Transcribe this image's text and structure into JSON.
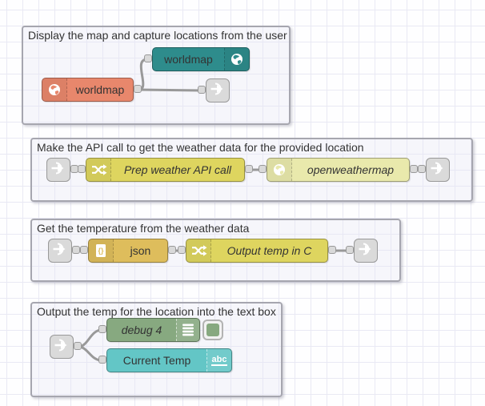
{
  "app": "node-red-flow-editor",
  "canvas": {
    "background": "#fefeff",
    "grid_color": "#e9e9f4",
    "wire_color": "#999999",
    "group_border_color": "#a6a6af"
  },
  "groups": {
    "map": {
      "title": "Display the map and capture locations from the user"
    },
    "api": {
      "title": "Make the API call to get the weather data for the provided location"
    },
    "temp": {
      "title": "Get the temperature from the weather data"
    },
    "output": {
      "title": "Output the temp for the location into the text box"
    }
  },
  "nodes": {
    "worldmap_display": {
      "label": "worldmap",
      "color": "#2E8C8C",
      "icon": "globe-icon"
    },
    "worldmap_in": {
      "label": "worldmap",
      "color": "#E8876C",
      "icon": "globe-icon"
    },
    "prep_weather": {
      "label": "Prep weather API call",
      "color": "#DED55F",
      "icon": "shuffle-icon"
    },
    "openweathermap": {
      "label": "openweathermap",
      "color": "#E9E9AC",
      "icon": "globe-icon"
    },
    "json": {
      "label": "json",
      "color": "#DEBD5C",
      "icon": "json-file-icon"
    },
    "output_temp": {
      "label": "Output temp in C",
      "color": "#DED55F",
      "icon": "shuffle-icon"
    },
    "debug": {
      "label": "debug 4",
      "color": "#87A980",
      "icon": "debug-list-icon"
    },
    "current_temp": {
      "label": "Current Temp",
      "color": "#63C6C6",
      "icon": "abc-text-icon",
      "icon_text": "abc"
    },
    "link": {
      "color": "#DADADA",
      "icon": "link-arrow-icon"
    }
  }
}
